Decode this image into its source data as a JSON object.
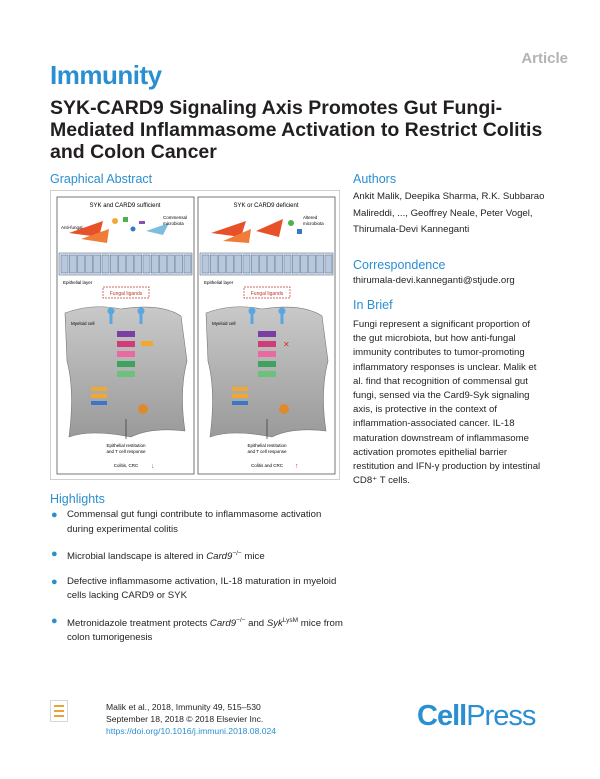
{
  "header": {
    "article_type": "Article",
    "journal": "Immunity",
    "title": "SYK-CARD9 Signaling Axis Promotes Gut Fungi-Mediated Inflammasome Activation to Restrict Colitis and Colon Cancer"
  },
  "graphical_abstract": {
    "heading": "Graphical Abstract",
    "left_title": "SYK and CARD9 sufficient",
    "right_title": "SYK or CARD9 deficient",
    "left_labels": {
      "commensal": "Commensal",
      "microbiota": "microbiota",
      "antifungal": "Anti-fungal",
      "epithelial_layer": "Epithelial layer",
      "fungal_ligands": "Fungal ligands",
      "myeloid_cell": "Myeloid cell",
      "outcome_1": "Epithelial restitution",
      "outcome_2": "and T cell response",
      "outcome_3": "Colitis, CRC"
    },
    "right_labels": {
      "altered": "Altered",
      "microbiota": "microbiota",
      "epithelial_layer": "Epithelial layer",
      "fungal_ligands": "Fungal ligands",
      "myeloid_cell": "Myeloid cell",
      "outcome_1": "Epithelial restitution",
      "outcome_2": "and T cell response",
      "outcome_3": "Colitis and CRC"
    }
  },
  "authors": {
    "heading": "Authors",
    "names": "Ankit Malik, Deepika Sharma, R.K. Subbarao Malireddi, ..., Geoffrey Neale, Peter Vogel, Thirumala-Devi Kanneganti"
  },
  "correspondence": {
    "heading": "Correspondence",
    "email": "thirumala-devi.kanneganti@stjude.org"
  },
  "in_brief": {
    "heading": "In Brief",
    "text": "Fungi represent a significant proportion of the gut microbiota, but how anti-fungal immunity contributes to tumor-promoting inflammatory responses is unclear. Malik et al. find that recognition of commensal gut fungi, sensed via the Card9-Syk signaling axis, is protective in the context of inflammation-associated cancer. IL-18 maturation downstream of inflammasome activation promotes epithelial barrier restitution and IFN-γ production by intestinal CD8⁺ T cells."
  },
  "highlights": {
    "heading": "Highlights",
    "items": [
      {
        "text": "Commensal gut fungi contribute to inflammasome activation during experimental colitis"
      },
      {
        "pre": "Microbial landscape is altered in ",
        "italic": "Card9",
        "sup": "−/−",
        "post": " mice"
      },
      {
        "text": "Defective inflammasome activation, IL-18 maturation in myeloid cells lacking CARD9 or SYK"
      },
      {
        "pre": "Metronidazole treatment protects ",
        "italic": "Card9",
        "sup": "−/−",
        "mid": " and ",
        "italic2": "Syk",
        "sup2": "LysM",
        "post": " mice from colon tumorigenesis"
      }
    ]
  },
  "citation": {
    "line1": "Malik et al., 2018, Immunity 49, 515–530",
    "line2": "September 18, 2018 © 2018 Elsevier Inc.",
    "doi": "https://doi.org/10.1016/j.immuni.2018.08.024"
  },
  "publisher": {
    "cell": "Cell",
    "press": "Press"
  },
  "colors": {
    "accent": "#2a8fd1",
    "text": "#231f20",
    "muted": "#b3b3b3"
  }
}
